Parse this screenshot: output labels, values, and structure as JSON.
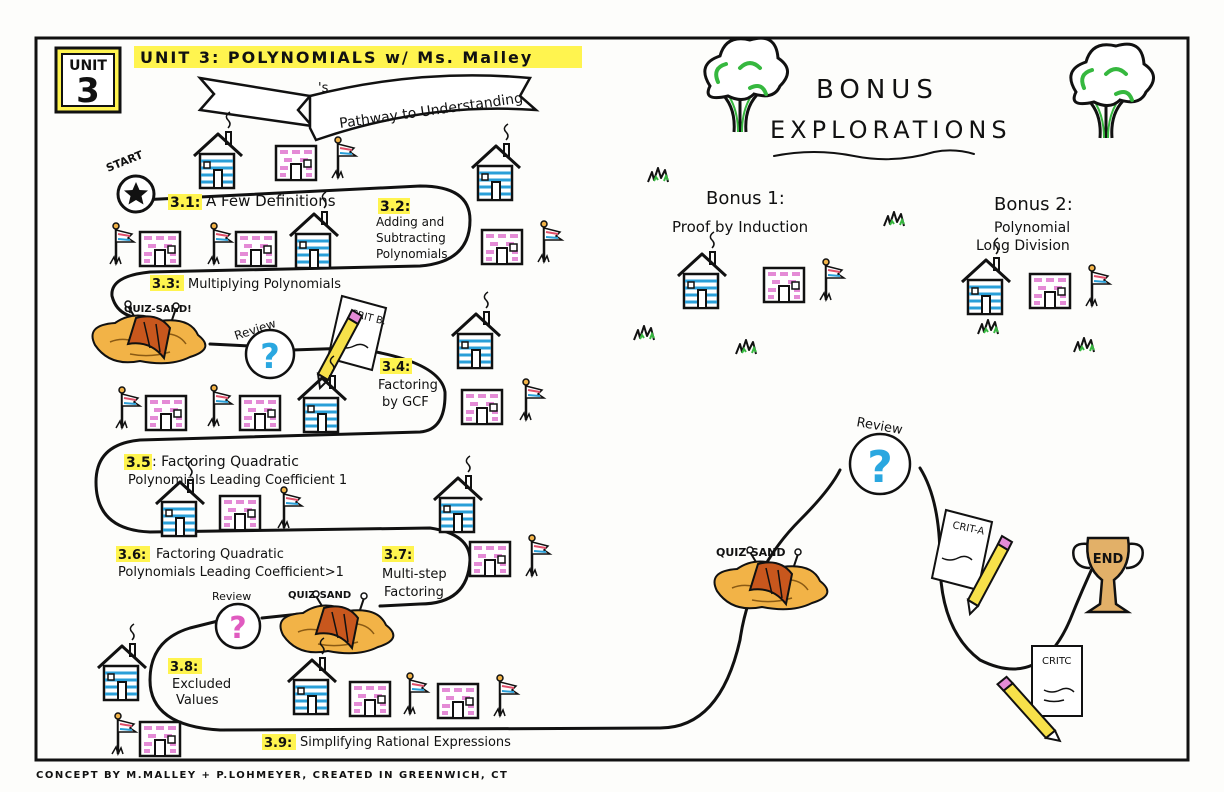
{
  "header": {
    "unit_label": "UNIT",
    "unit_number": "3",
    "title": "UNIT 3: POLYNOMIALS w/ Ms. Malley",
    "banner_prefix": "'s",
    "banner_text": "Pathway to Understanding"
  },
  "path": {
    "start_label": "START",
    "lessons": [
      {
        "num": "3.1:",
        "text": "A Few Definitions"
      },
      {
        "num": "3.2:",
        "lines": [
          "Adding and",
          "Subtracting",
          "Polynomials"
        ]
      },
      {
        "num": "3.3:",
        "text": "Multiplying Polynomials"
      },
      {
        "num": "3.4:",
        "lines": [
          "Factoring",
          "by GCF"
        ]
      },
      {
        "num": "3.5",
        "line1": ": Factoring Quadratic",
        "line2": "Polynomials Leading Coefficient 1"
      },
      {
        "num": "3.6:",
        "line1": "Factoring Quadratic",
        "line2": "Polynomials Leading Coefficient>1"
      },
      {
        "num": "3.7:",
        "lines": [
          "Multi-step",
          "Factoring"
        ]
      },
      {
        "num": "3.8:",
        "lines": [
          "Excluded",
          "Values"
        ]
      },
      {
        "num": "3.9:",
        "text": "Simplifying Rational Expressions"
      }
    ],
    "quiz_sand_1": "QUIZ-SAND!",
    "review_1": "Review",
    "crit_b": "CRIT B.",
    "review_2": "Review",
    "quiz_sand_2": "QUIZ-SAND",
    "review_final": "Review",
    "quiz_sand_final": "QUIZ-SAND",
    "crit_a": "CRIT-A",
    "crit_c": "CRITC",
    "end_label": "END",
    "question_mark": "?"
  },
  "bonus": {
    "title_line1": "BONUS",
    "title_line2": "EXPLORATIONS",
    "bonus1_title": "Bonus 1:",
    "bonus1_topic": "Proof by Induction",
    "bonus2_title": "Bonus 2:",
    "bonus2_line1": "Polynomial",
    "bonus2_line2": "Long Division"
  },
  "footer": {
    "credit": "CONCEPT BY M.MALLEY + P.LOHMEYER, CREATED IN GREENWICH, CT"
  },
  "colors": {
    "highlight": "#fff44f",
    "house_blue": "#2a9fd8",
    "brick_pink": "#e48bd6",
    "question_blue": "#2aa7e0",
    "question_pink": "#e05bc0",
    "tree_green": "#36b83f",
    "sand": "#f2b347",
    "bridge": "#c8571d",
    "trophy": "#e2b068"
  },
  "icons": [
    "house-icon",
    "brick-building-icon",
    "flag-icon",
    "star-icon",
    "question-icon",
    "tree-icon",
    "pencil-icon",
    "paper-icon",
    "trophy-icon",
    "grass-icon",
    "quicksand-icon"
  ]
}
